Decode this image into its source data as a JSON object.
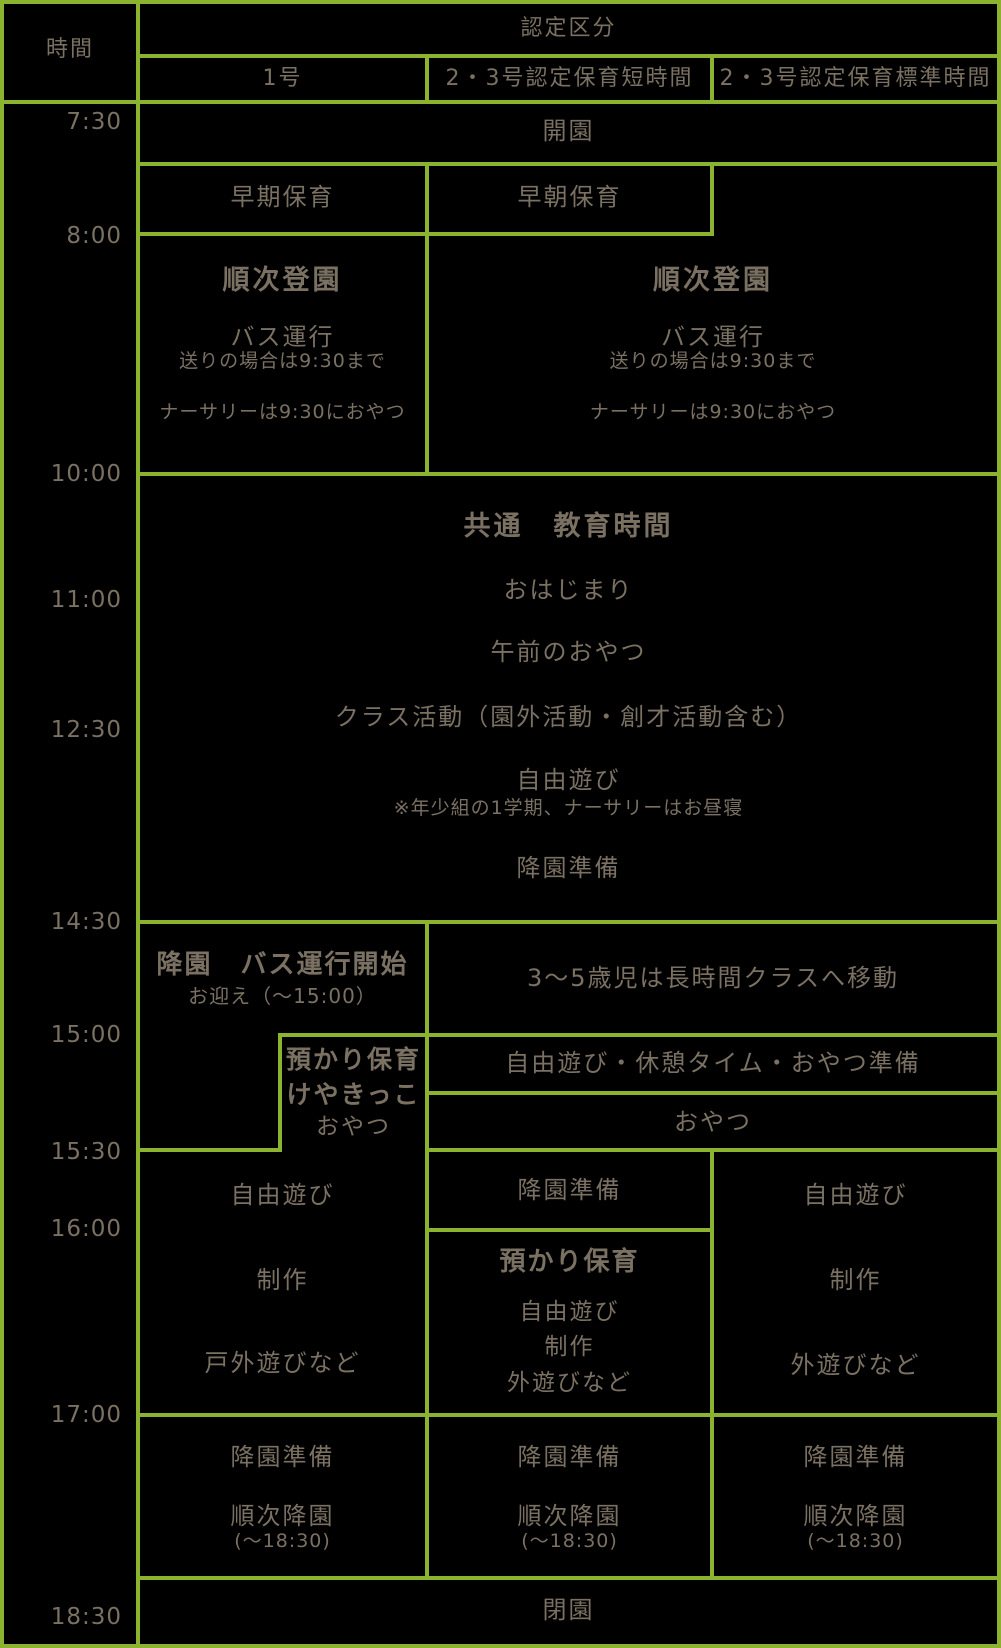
{
  "colors": {
    "background": "#000000",
    "grid": "#8CB32F",
    "text": "#7B7163"
  },
  "header": {
    "time_label": "時間",
    "category_label": "認定区分",
    "columns": [
      "1号",
      "2・3号認定保育短時間",
      "2・3号認定保育標準時間"
    ]
  },
  "time_axis": [
    "7:30",
    "8:00",
    "10:00",
    "11:00",
    "12:30",
    "14:30",
    "15:00",
    "15:30",
    "16:00",
    "17:00",
    "18:30"
  ],
  "cells": {
    "open": "開園",
    "early_1": "早期保育",
    "early_23": "早朝保育",
    "arrival": {
      "title": "順次登園",
      "bus": "バス運行",
      "bus_note": "送りの場合は9:30まで",
      "nursery_note": "ナーサリーは9:30におやつ"
    },
    "common": {
      "title": "共通　教育時間",
      "items": [
        "おはじまり",
        "午前のおやつ",
        "クラス活動（園外活動・創才活動含む）",
        "自由遊び"
      ],
      "note": "※年少組の1学期、ナーサリーはお昼寝",
      "prep": "降園準備"
    },
    "depart_1": {
      "title": "降園　バス運行開始",
      "note": "お迎え（～15:00）"
    },
    "move_23": "3～5歳児は長時間クラスへ移動",
    "keyaki": {
      "title": "預かり保育",
      "subtitle": "けやきっこ",
      "item": "おやつ"
    },
    "free_rest_23": "自由遊び・休憩タイム・おやつ準備",
    "snack_23": "おやつ",
    "evening_1": [
      "自由遊び",
      "制作",
      "戸外遊びなど"
    ],
    "prep_2": "降園準備",
    "azukari_2": {
      "title": "預かり保育",
      "items": [
        "自由遊び",
        "制作",
        "外遊びなど"
      ]
    },
    "evening_3": [
      "自由遊び",
      "制作",
      "外遊びなど"
    ],
    "closing": {
      "prep": "降園準備",
      "depart": "順次降園",
      "until": "(～18:30)"
    },
    "closed": "閉園"
  }
}
